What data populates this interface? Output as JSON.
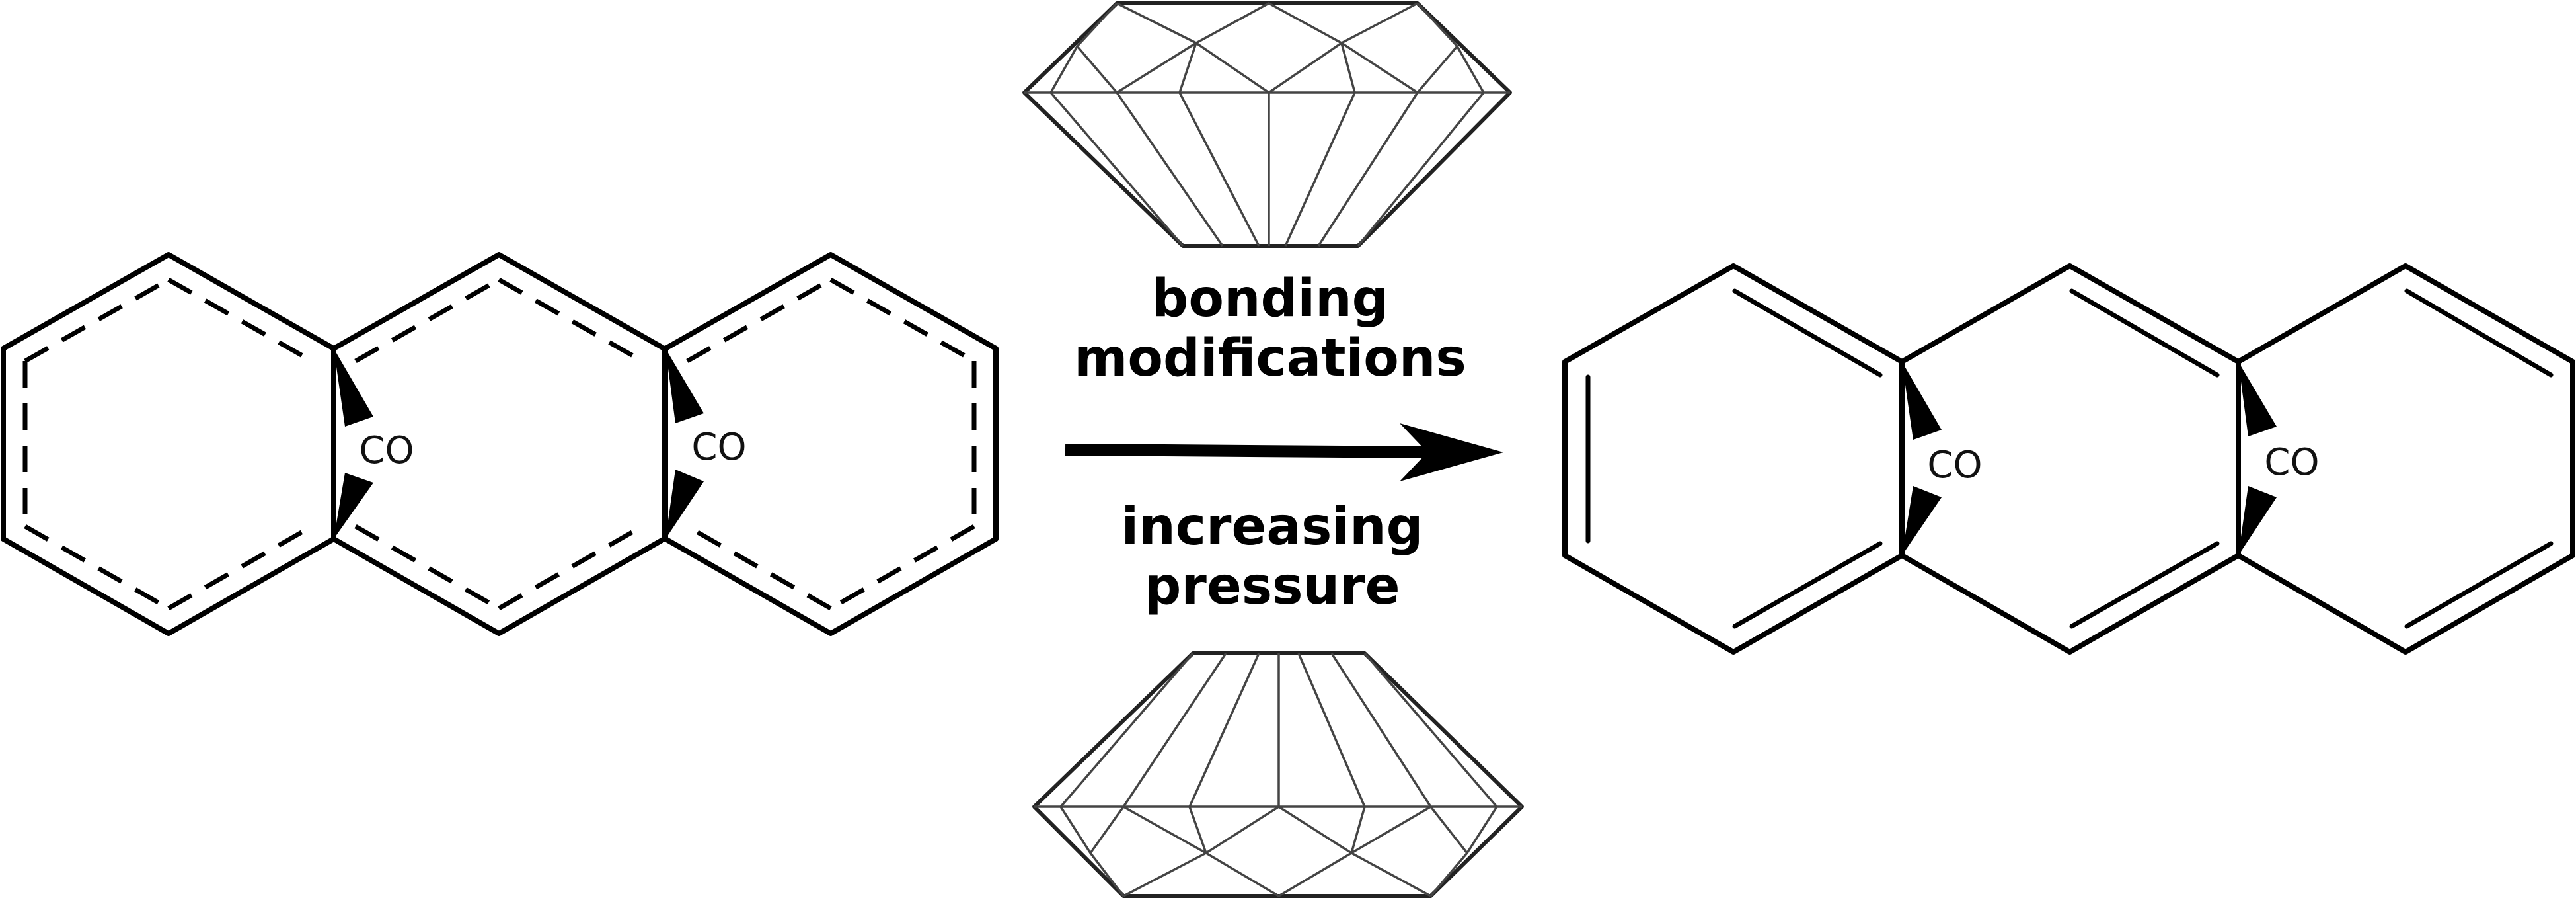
{
  "reactant": {
    "group_1": "CO",
    "group_2": "CO"
  },
  "product": {
    "group_1": "CO",
    "group_2": "CO"
  },
  "arrow": {
    "upper_line_1": "bonding",
    "upper_line_2": "modifications",
    "lower_line_1": "increasing",
    "lower_line_2": "pressure"
  },
  "icons": {
    "top": "diamond-anvil-icon",
    "bottom": "diamond-anvil-icon"
  },
  "colors": {
    "ink": "#000000",
    "background": "#ffffff"
  }
}
